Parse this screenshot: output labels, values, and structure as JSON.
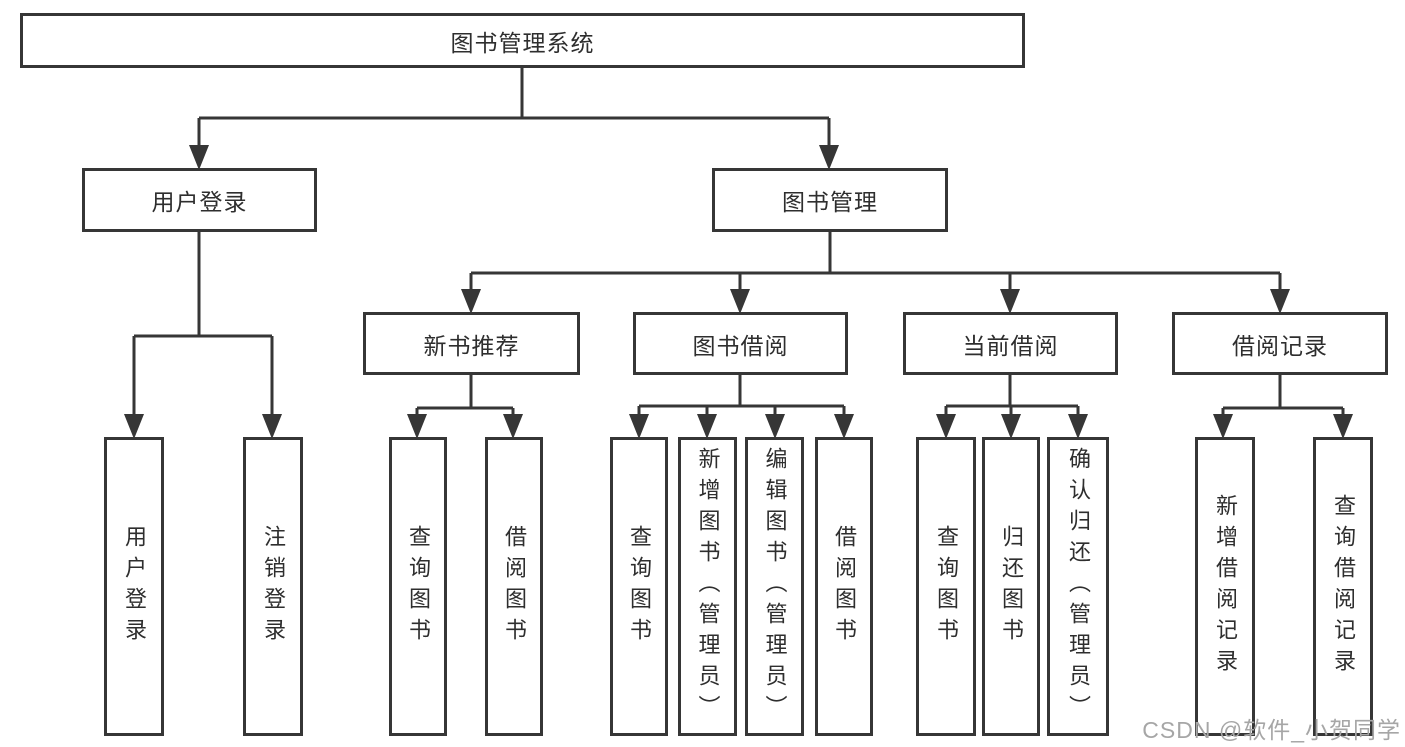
{
  "tree": {
    "label": "图书管理系统",
    "children": [
      {
        "label": "用户登录",
        "children": [
          {
            "label": "用户登录"
          },
          {
            "label": "注销登录"
          }
        ]
      },
      {
        "label": "图书管理",
        "children": [
          {
            "label": "新书推荐",
            "children": [
              {
                "label": "查询图书"
              },
              {
                "label": "借阅图书"
              }
            ]
          },
          {
            "label": "图书借阅",
            "children": [
              {
                "label": "查询图书"
              },
              {
                "label": "新增图书（管理员）"
              },
              {
                "label": "编辑图书（管理员）"
              },
              {
                "label": "借阅图书"
              }
            ]
          },
          {
            "label": "当前借阅",
            "children": [
              {
                "label": "查询图书"
              },
              {
                "label": "归还图书"
              },
              {
                "label": "确认归还（管理员）"
              }
            ]
          },
          {
            "label": "借阅记录",
            "children": [
              {
                "label": "新增借阅记录"
              },
              {
                "label": "查询借阅记录"
              }
            ]
          }
        ]
      }
    ]
  },
  "watermark": {
    "text": "CSDN @软件_小贺同学"
  },
  "colors": {
    "line": "#363636",
    "box_border": "#363636",
    "text": "#2e2e2e",
    "watermark": "#a6a6a6",
    "background": "#ffffff"
  }
}
